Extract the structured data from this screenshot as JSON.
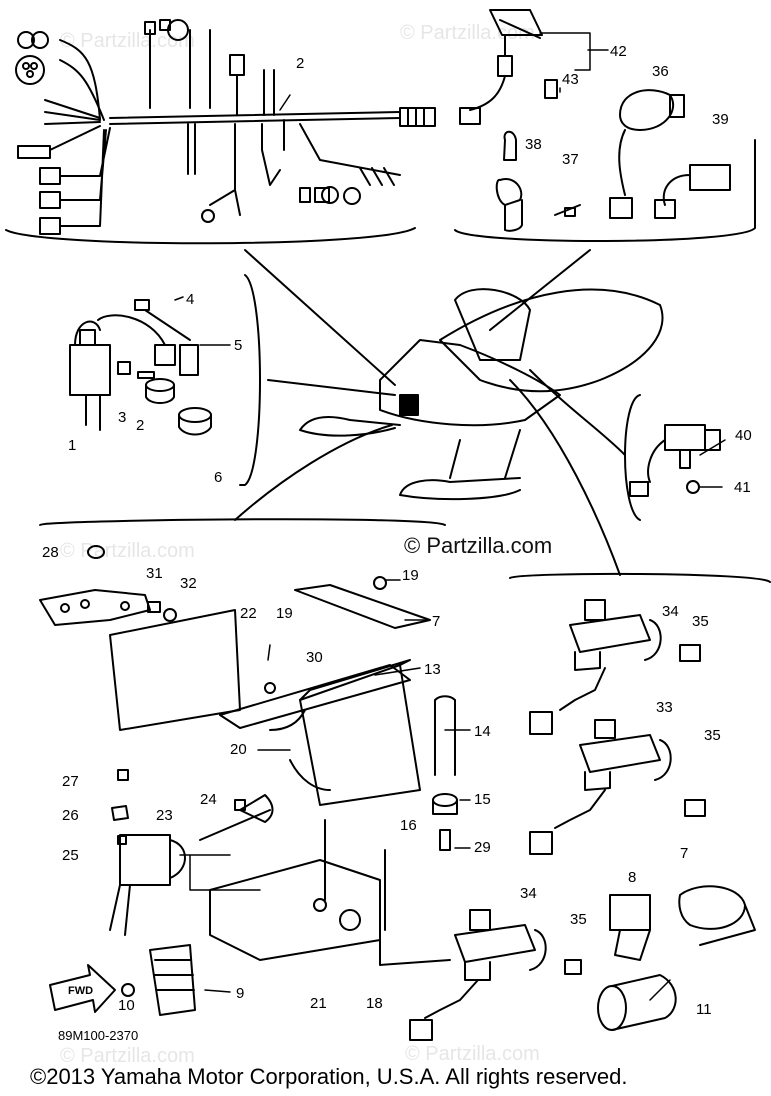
{
  "watermark": "© Partzilla.com",
  "figure_code": "89M100-2370",
  "copyright": "©2013  Yamaha Motor Corporation, U.S.A. All rights reserved.",
  "fwd_label": "FWD",
  "callouts": {
    "c1": "1",
    "c2": "2",
    "c3": "3",
    "c4": "4",
    "c5": "5",
    "c6": "6",
    "c7": "7",
    "c7b": "7",
    "c8": "8",
    "c9": "9",
    "c10": "10",
    "c11": "11",
    "c13": "13",
    "c14": "14",
    "c15": "15",
    "c16": "16",
    "c18": "18",
    "c19a": "19",
    "c19b": "19",
    "c20": "20",
    "c21": "21",
    "c22": "22",
    "c23": "23",
    "c24": "24",
    "c25": "25",
    "c26": "26",
    "c27": "27",
    "c28": "28",
    "c29": "29",
    "c30": "30",
    "c31": "31",
    "c32": "32",
    "c33": "33",
    "c34a": "34",
    "c34b": "34",
    "c35a": "35",
    "c35b": "35",
    "c35c": "35",
    "c36": "36",
    "c37": "37",
    "c38": "38",
    "c39": "39",
    "c40": "40",
    "c41": "41",
    "c42": "42",
    "c43": "43",
    "c2top": "2"
  }
}
